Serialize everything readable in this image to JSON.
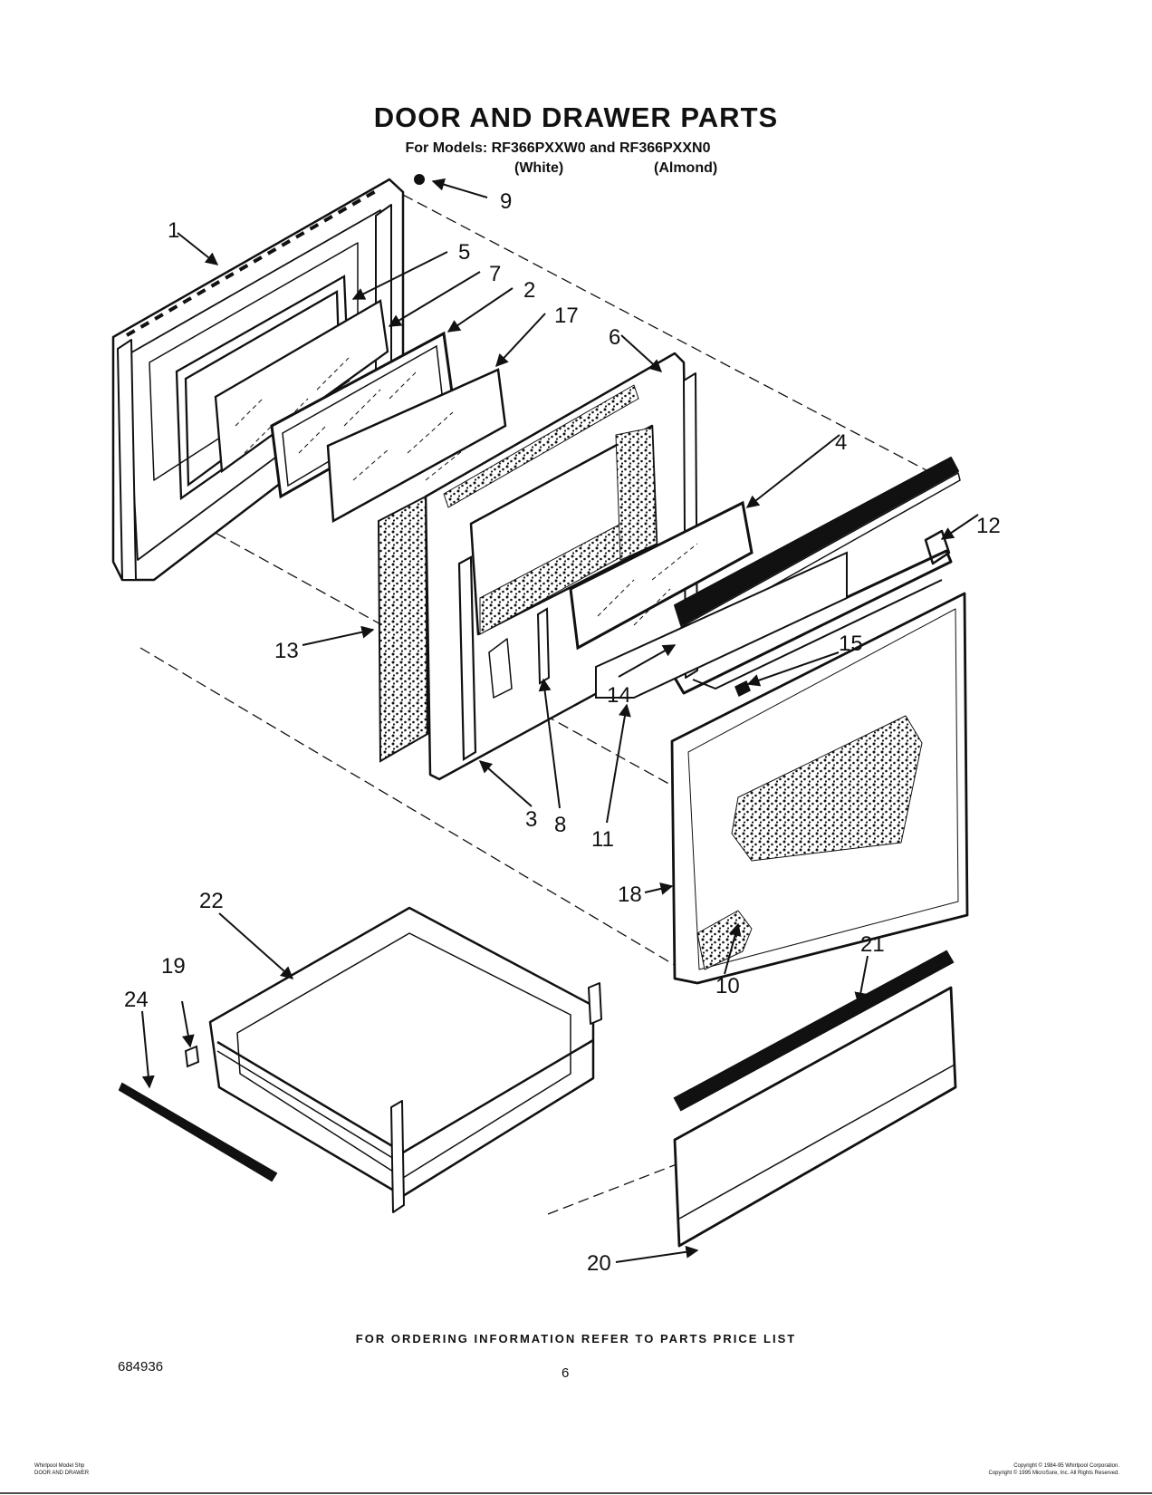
{
  "header": {
    "title": "DOOR AND DRAWER PARTS",
    "subtitle": "For Models: RF366PXXW0 and RF366PXXN0",
    "variant_white": "(White)",
    "variant_almond": "(Almond)"
  },
  "callouts": {
    "c1": "1",
    "c2": "2",
    "c3": "3",
    "c4": "4",
    "c5": "5",
    "c6": "6",
    "c7": "7",
    "c8": "8",
    "c9": "9",
    "c10": "10",
    "c11": "11",
    "c12": "12",
    "c13": "13",
    "c14": "14",
    "c15": "15",
    "c17": "17",
    "c18": "18",
    "c19": "19",
    "c20": "20",
    "c21": "21",
    "c22": "22",
    "c24": "24"
  },
  "footer": {
    "ordering_note": "FOR ORDERING INFORMATION REFER TO PARTS PRICE LIST",
    "figure_number": "684936",
    "page_number": "6",
    "left_line1": "Whirlpool Model Shp",
    "left_line2": "DOOR AND DRAWER",
    "right_line1": "Copyright © 1984-95 Whirlpool Corporation.",
    "right_line2": "Copyright © 1995 MicroSure, Inc. All Rights Reserved."
  }
}
